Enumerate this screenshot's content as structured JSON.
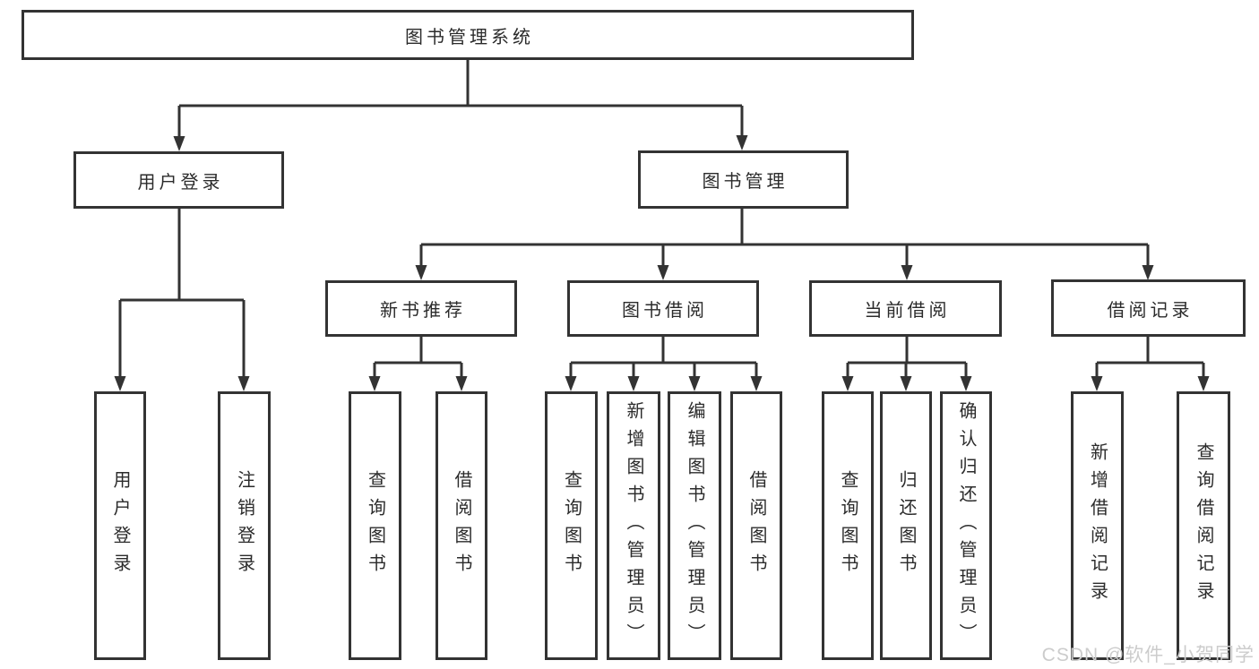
{
  "colors": {
    "line": "#333333",
    "text": "#2b2b2b",
    "background": "#ffffff",
    "watermark": "#cccccc"
  },
  "watermark": {
    "text": "CSDN @软件_小贺同学"
  },
  "tree": {
    "root": {
      "label": "图书管理系统"
    },
    "branches": [
      {
        "label": "用户登录",
        "children": [
          {
            "label": "用户登录"
          },
          {
            "label": "注销登录"
          }
        ]
      },
      {
        "label": "图书管理",
        "children": [
          {
            "label": "新书推荐",
            "children": [
              {
                "label": "查询图书"
              },
              {
                "label": "借阅图书"
              }
            ]
          },
          {
            "label": "图书借阅",
            "children": [
              {
                "label": "查询图书"
              },
              {
                "label": "新增图书（管理员）"
              },
              {
                "label": "编辑图书（管理员）"
              },
              {
                "label": "借阅图书"
              }
            ]
          },
          {
            "label": "当前借阅",
            "children": [
              {
                "label": "查询图书"
              },
              {
                "label": "归还图书"
              },
              {
                "label": "确认归还（管理员）"
              }
            ]
          },
          {
            "label": "借阅记录",
            "children": [
              {
                "label": "新增借阅记录"
              },
              {
                "label": "查询借阅记录"
              }
            ]
          }
        ]
      }
    ]
  }
}
